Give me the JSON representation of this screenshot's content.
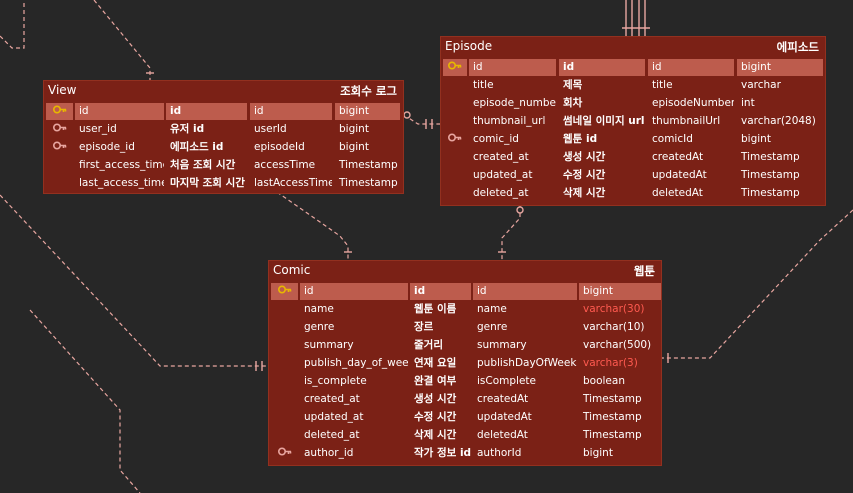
{
  "colors": {
    "background": "#272727",
    "table_fill": "#7b2116",
    "pk_row": "#bd5c4d",
    "pk_key": "#e8b800",
    "fk_key": "#e8a6a0",
    "link": "#e8a6a0",
    "warning_text": "#ff5a50"
  },
  "tables": {
    "view": {
      "name": "View",
      "korean": "조회수 로그",
      "rows": [
        {
          "key": "pk",
          "col": "id",
          "ko": "id",
          "field": "id",
          "type": "bigint"
        },
        {
          "key": "fk",
          "col": "user_id",
          "ko": "유저 id",
          "field": "userId",
          "type": "bigint"
        },
        {
          "key": "fk",
          "col": "episode_id",
          "ko": "에피소드 id",
          "field": "episodeId",
          "type": "bigint"
        },
        {
          "key": "",
          "col": "first_access_time",
          "ko": "처음 조회 시간",
          "field": "accessTime",
          "type": "Timestamp"
        },
        {
          "key": "",
          "col": "last_access_time",
          "ko": "마지막 조회 시간",
          "field": "lastAccessTime",
          "type": "Timestamp"
        }
      ]
    },
    "episode": {
      "name": "Episode",
      "korean": "에피소드",
      "rows": [
        {
          "key": "pk",
          "col": "id",
          "ko": "id",
          "field": "id",
          "type": "bigint"
        },
        {
          "key": "",
          "col": "title",
          "ko": "제목",
          "field": "title",
          "type": "varchar"
        },
        {
          "key": "",
          "col": "episode_number",
          "ko": "회차",
          "field": "episodeNumber",
          "type": "int"
        },
        {
          "key": "",
          "col": "thumbnail_url",
          "ko": "썸네일 이미지 url",
          "field": "thumbnailUrl",
          "type": "varchar(2048)"
        },
        {
          "key": "fk",
          "col": "comic_id",
          "ko": "웹툰 id",
          "field": "comicId",
          "type": "bigint"
        },
        {
          "key": "",
          "col": "created_at",
          "ko": "생성 시간",
          "field": "createdAt",
          "type": "Timestamp"
        },
        {
          "key": "",
          "col": "updated_at",
          "ko": "수정 시간",
          "field": "updatedAt",
          "type": "Timestamp"
        },
        {
          "key": "",
          "col": "deleted_at",
          "ko": "삭제 시간",
          "field": "deletedAt",
          "type": "Timestamp"
        }
      ]
    },
    "comic": {
      "name": "Comic",
      "korean": "웹툰",
      "rows": [
        {
          "key": "pk",
          "col": "id",
          "ko": "id",
          "field": "id",
          "type": "bigint"
        },
        {
          "key": "",
          "col": "name",
          "ko": "웹툰 이름",
          "field": "name",
          "type": "varchar(30)",
          "warn": true
        },
        {
          "key": "",
          "col": "genre",
          "ko": "장르",
          "field": "genre",
          "type": "varchar(10)"
        },
        {
          "key": "",
          "col": "summary",
          "ko": "줄거리",
          "field": "summary",
          "type": "varchar(500)"
        },
        {
          "key": "",
          "col": "publish_day_of_week",
          "ko": "연재 요일",
          "field": "publishDayOfWeek",
          "type": "varchar(3)",
          "warn": true
        },
        {
          "key": "",
          "col": "is_complete",
          "ko": "완결 여부",
          "field": "isComplete",
          "type": "boolean"
        },
        {
          "key": "",
          "col": "created_at",
          "ko": "생성 시간",
          "field": "createdAt",
          "type": "Timestamp"
        },
        {
          "key": "",
          "col": "updated_at",
          "ko": "수정 시간",
          "field": "updatedAt",
          "type": "Timestamp"
        },
        {
          "key": "",
          "col": "deleted_at",
          "ko": "삭제 시간",
          "field": "deletedAt",
          "type": "Timestamp"
        },
        {
          "key": "fk",
          "col": "author_id",
          "ko": "작가 정보 id",
          "field": "authorId",
          "type": "bigint"
        }
      ]
    }
  }
}
